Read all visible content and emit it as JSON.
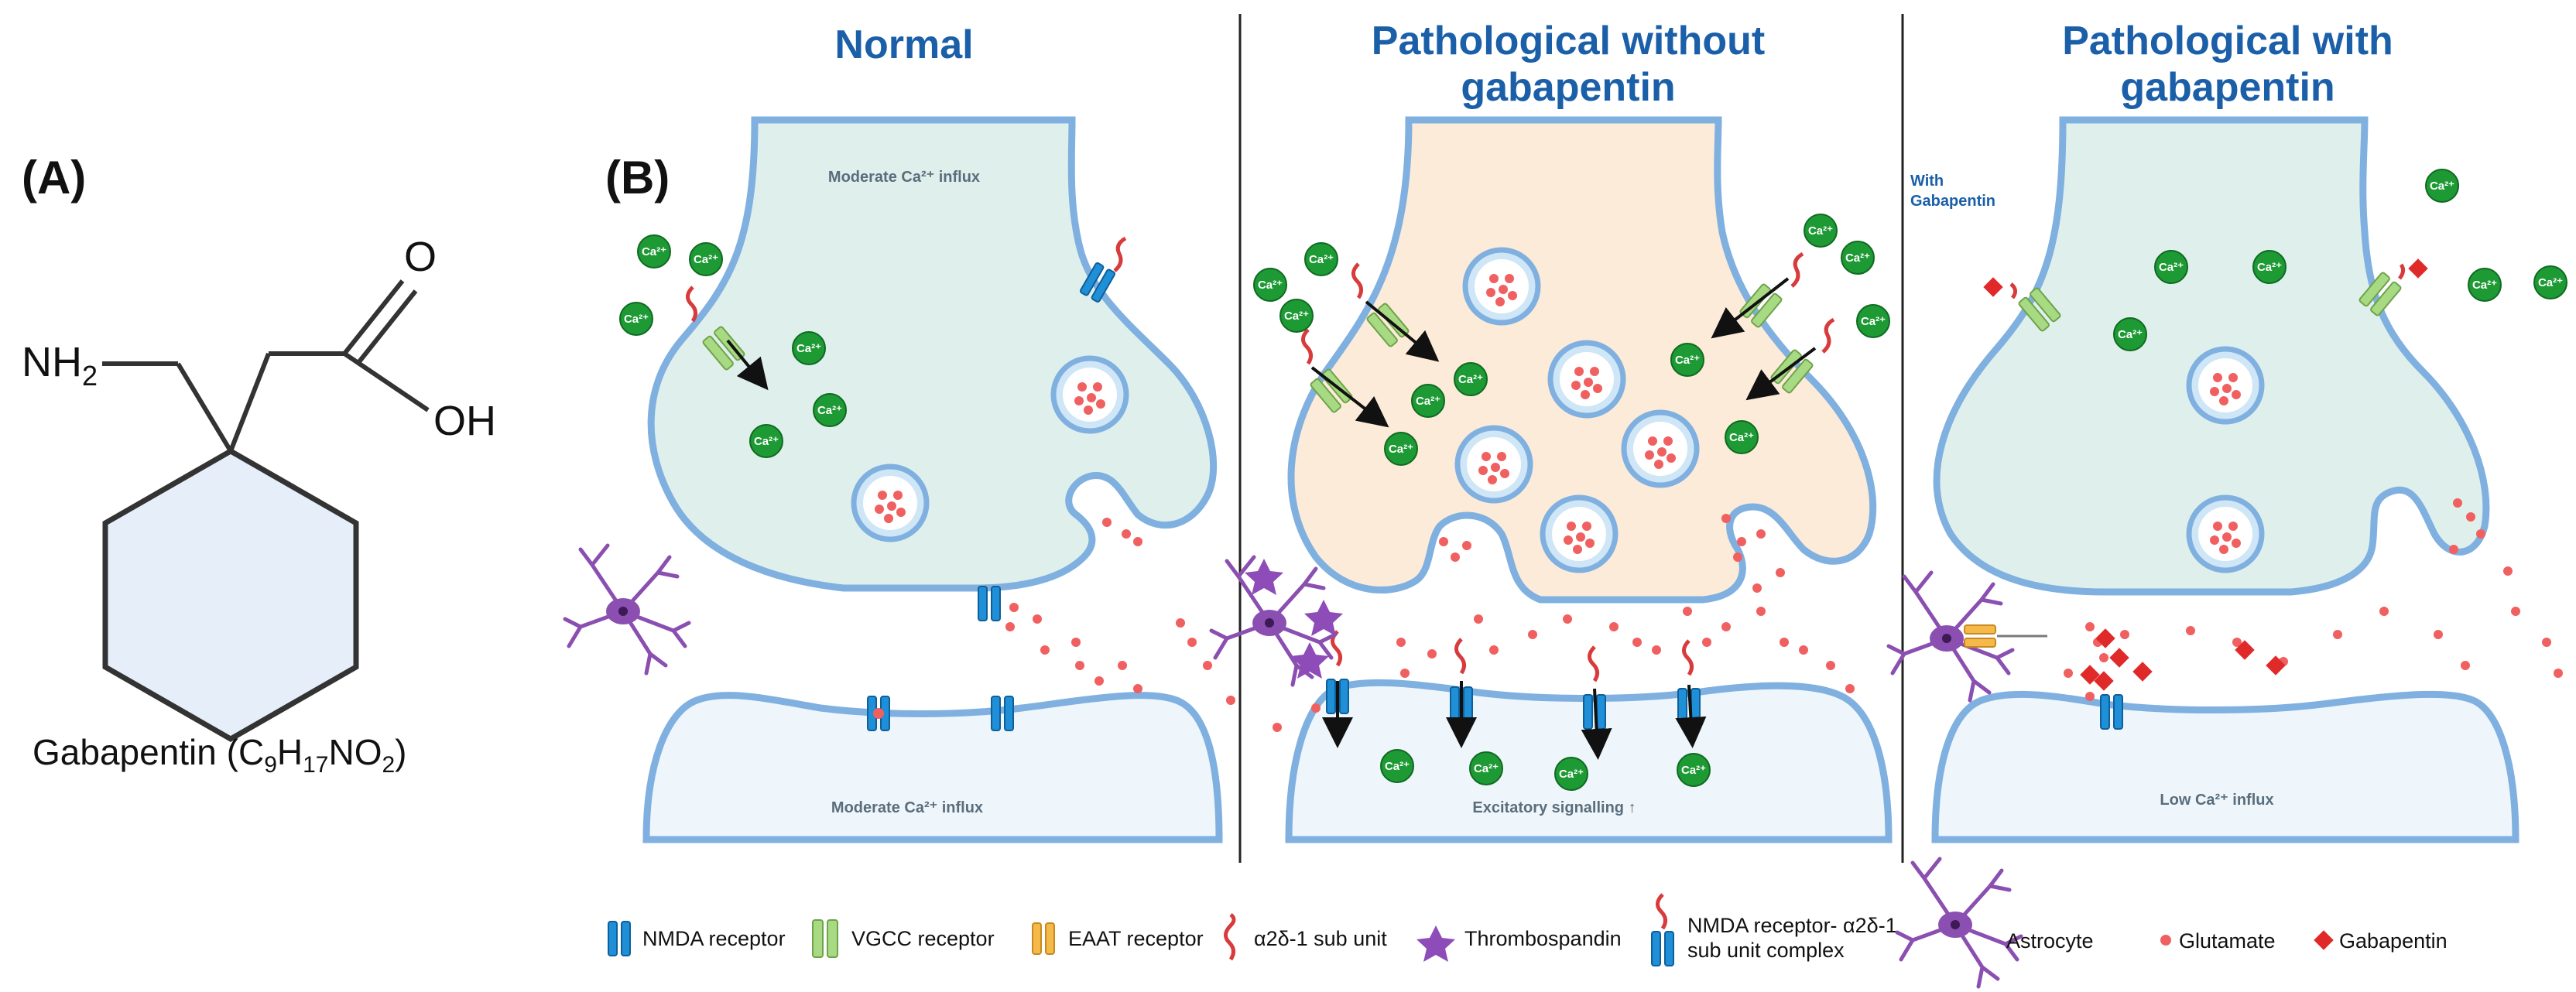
{
  "panel_a": {
    "letter": "(A)",
    "nh2": "NH",
    "nh2_sub": "2",
    "o": "O",
    "oh": "OH",
    "caption_pre": "Gabapentin (C",
    "caption_s1": "9",
    "caption_h": "H",
    "caption_s2": "17",
    "caption_no": "NO",
    "caption_s3": "2",
    "caption_post": ")"
  },
  "panel_b": {
    "letter": "(B)",
    "titles": {
      "normal": "Normal",
      "without_1": "Pathological without",
      "without_2": "gabapentin",
      "with_1": "Pathological with",
      "with_2": "gabapentin"
    },
    "labels": {
      "normal_top": "Moderate Ca²⁺ influx",
      "normal_bottom": "Moderate Ca²⁺ influx",
      "without_bottom": "Excitatory signalling ↑",
      "with_bottom": "Low Ca²⁺ influx",
      "with_side_1": "With",
      "with_side_2": "Gabapentin"
    },
    "ca_ion": "Ca²⁺"
  },
  "legend": {
    "nmda": "NMDA receptor",
    "vgcc": "VGCC receptor",
    "eaat": "EAAT receptor",
    "a2d": "α2δ-1 sub unit",
    "thrombo": "Thrombospandin",
    "complex_1": "NMDA receptor- α2δ-1",
    "complex_2": "sub unit complex",
    "astrocyte": "Astrocyte",
    "glutamate": "Glutamate",
    "gabapentin": "Gabapentin"
  },
  "colors": {
    "title_blue": "#1a5fa8",
    "membrane": "#7fb0e0",
    "normal_fill": "#dff0ec",
    "patho_fill": "#fcebd8",
    "post_fill": "#eef6fb",
    "ca_green": "#1e9a35",
    "glutamate": "#f06060",
    "gabapentin": "#e02a2a",
    "nmda": "#1f8fd8",
    "vgcc": "#9fd27a",
    "eaat": "#f5b94a",
    "astrocyte": "#8a4fb0",
    "thrombo": "#8e4cb8"
  }
}
